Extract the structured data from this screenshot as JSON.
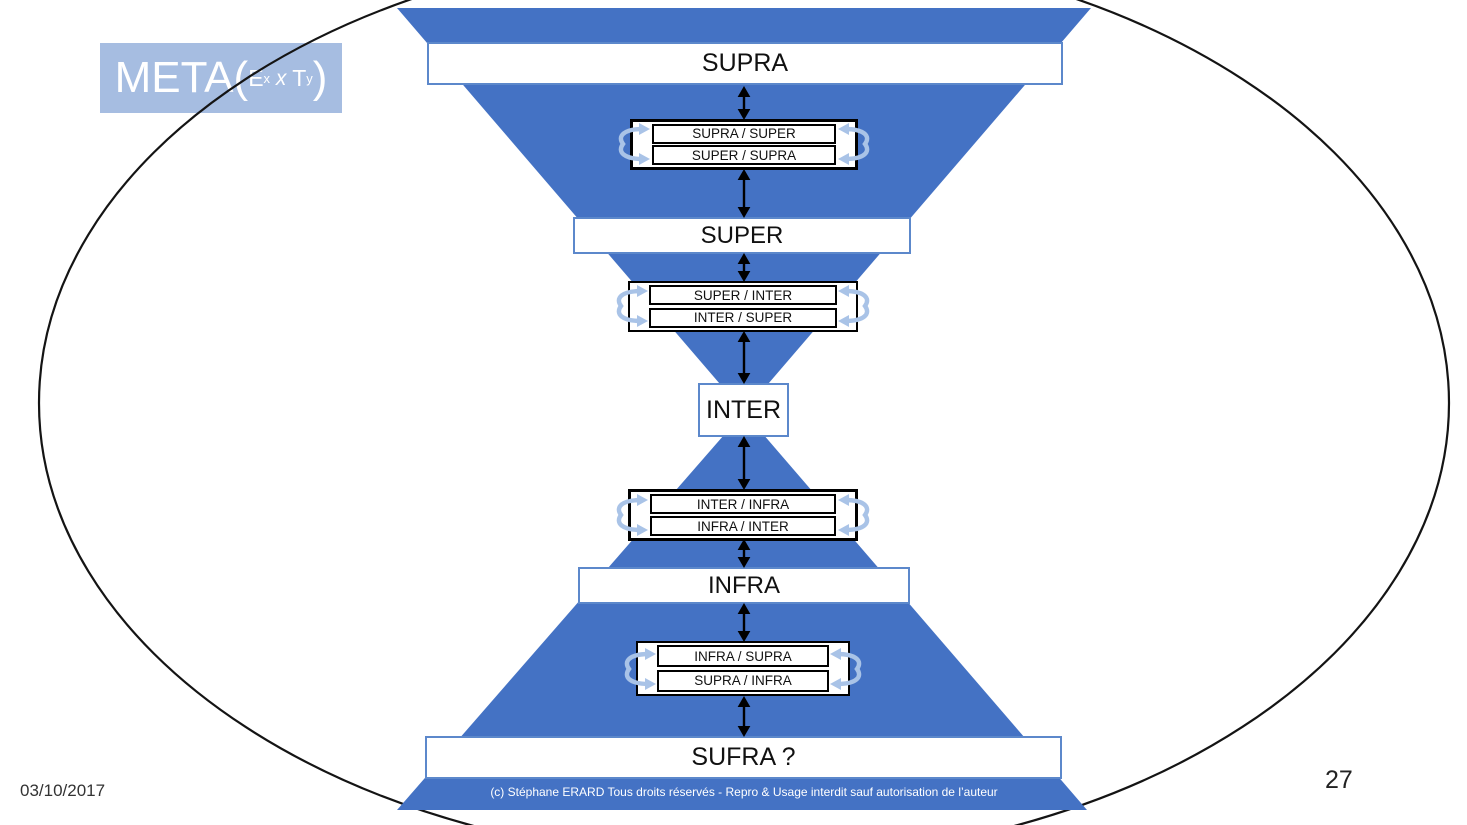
{
  "slide": {
    "date": "03/10/2017",
    "page_number": "27",
    "copyright_notice": "(c) Stéphane ERARD Tous droits réservés - Repro & Usage interdit sauf autorisation de l’auteur"
  },
  "meta_label": {
    "prefix": "META(",
    "term1_letter": "E",
    "term1_subscript": "x",
    "operator": " x ",
    "term2_letter": "T",
    "term2_subscript": "y",
    "suffix": ")"
  },
  "levels": {
    "supra": "SUPRA",
    "super": "SUPER",
    "inter": "INTER",
    "infra": "INFRA",
    "sufra": "SUFRA ?"
  },
  "interfaces": [
    {
      "top": "SUPRA / SUPER",
      "bottom": "SUPER / SUPRA"
    },
    {
      "top": "SUPER / INTER",
      "bottom": "INTER / SUPER"
    },
    {
      "top": "INTER / INFRA",
      "bottom": "INFRA / INTER"
    },
    {
      "top": "INFRA / SUPRA",
      "bottom": "SUPRA / INFRA"
    }
  ],
  "colors": {
    "funnel_blue": "#4472C4",
    "bar_border_blue": "#5c88cb",
    "meta_box_blue": "#a6bde1",
    "swap_arrow_blue": "#a9c3e7",
    "ellipse_stroke": "#141414"
  }
}
